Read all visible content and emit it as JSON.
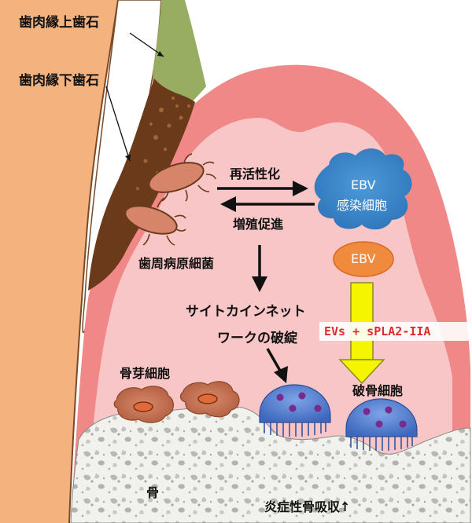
{
  "labels": {
    "supragingival_calculus": "歯肉縁上歯石",
    "subgingival_calculus": "歯肉縁下歯石",
    "reactivation": "再活性化",
    "proliferation": "増殖促進",
    "ebv_infected_cell_line1": "EBV",
    "ebv_infected_cell_line2": "感染細胞",
    "ebv": "EBV",
    "periodontal_pathogens": "歯周病原細菌",
    "cytokine_network_line1": "サイトカインネット",
    "cytokine_network_line2": "ワークの破綻",
    "evs_spla2": "EVs + sPLA2-IIA",
    "osteoblast": "骨芽細胞",
    "osteoclast": "破骨細胞",
    "bone": "骨",
    "inflammatory_bone_resorption": "炎症性骨吸収↑"
  },
  "colors": {
    "tooth": "#f4b27e",
    "gingiva": "#f08888",
    "gingiva_inner": "#f8c6c6",
    "calculus_supra": "#98ad62",
    "calculus_sub": "#6b3a1b",
    "bone": "#eeeeea",
    "ebv_cell": "#3b86c8",
    "ebv_oval": "#f08a3c",
    "osteoclast": "#4a78c8",
    "arrow_yellow": "#f5f500",
    "spla2_text": "#e02a2a"
  }
}
